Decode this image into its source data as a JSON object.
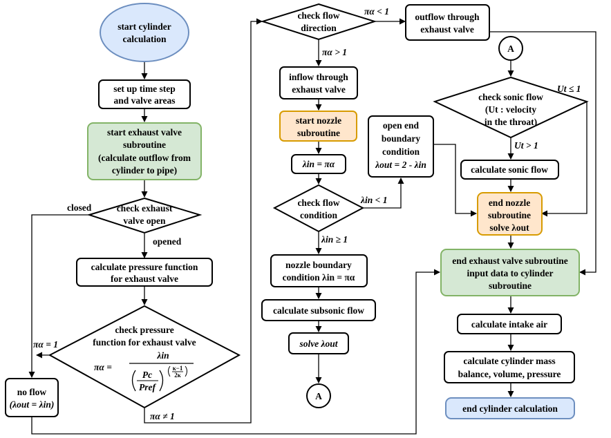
{
  "nodes": {
    "start_cyl": [
      "start cylinder",
      "calculation"
    ],
    "setup": [
      "set up time step",
      "and valve areas"
    ],
    "start_exh": [
      "start exhaust valve",
      "subroutine",
      "(calculate outflow from",
      "cylinder to pipe)"
    ],
    "check_exh": [
      "check exhaust",
      "valve open"
    ],
    "calc_pf": [
      "calculate pressure function",
      "for exhaust valve"
    ],
    "check_pf": [
      "check pressure",
      "function for exhaust valve"
    ],
    "formula": {
      "lhs": "πα =",
      "num": "λin",
      "pc": "Pc",
      "pref": "Pref",
      "exp_num": "κ−1",
      "exp_den": "2κ"
    },
    "no_flow": [
      "no flow",
      "(λout = λin)"
    ],
    "check_dir": [
      "check flow",
      "direction"
    ],
    "outflow": [
      "outflow through",
      "exhaust valve"
    ],
    "inflow": [
      "inflow through",
      "exhaust valve"
    ],
    "start_noz": [
      "start nozzle",
      "subroutine"
    ],
    "lam_eq": "λin = πα",
    "check_cond": [
      "check flow",
      "condition"
    ],
    "open_end": [
      "open end",
      "boundary",
      "condition",
      "λout = 2 - λin"
    ],
    "noz_bound": [
      "nozzle boundary",
      "condition λin = πα"
    ],
    "subsonic": "calculate subsonic flow",
    "solve": "solve λout",
    "conn_a": "A",
    "check_sonic": [
      "check sonic flow",
      "(Ut : velocity",
      "in the throat)"
    ],
    "sonic_calc": "calculate sonic flow",
    "end_noz": [
      "end nozzle",
      "subroutine",
      "solve λout"
    ],
    "end_exh": [
      "end exhaust valve subroutine",
      "input data to cylinder",
      "subroutine"
    ],
    "intake": "calculate intake air",
    "mass": [
      "calculate cylinder mass",
      "balance, volume, pressure"
    ],
    "end_cyl": "end cylinder calculation"
  },
  "edge_labels": {
    "closed": "closed",
    "opened": "opened",
    "pa_eq_1": "πα = 1",
    "pa_ne_1": "πα ≠ 1",
    "pa_lt_1": "πα < 1",
    "pa_gt_1": "πα > 1",
    "lin_lt_1": "λin < 1",
    "lin_ge_1": "λin ≥ 1",
    "ut_le_1": "Ut ≤ 1",
    "ut_gt_1": "Ut > 1"
  }
}
